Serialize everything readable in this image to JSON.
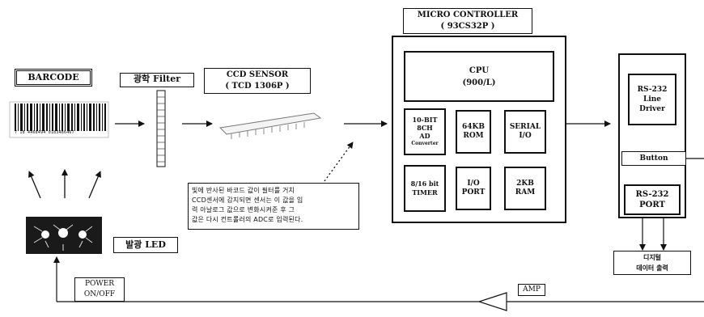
{
  "labels": {
    "barcode": "BARCODE",
    "optical_filter": "광학 Filter",
    "ccd_sensor_line1": "CCD SENSOR",
    "ccd_sensor_line2": "( TCD 1306P )",
    "mcu_line1": "MICRO CONTROLLER",
    "mcu_line2": "( 93CS32P )",
    "led": "발광 LED",
    "power_line1": "POWER",
    "power_line2": "ON/OFF",
    "amp": "AMP",
    "digital_out_line1": "디지털",
    "digital_out_line2": "데이터 출력"
  },
  "mcu_blocks": {
    "cpu_line1": "CPU",
    "cpu_line2": "(900/L)",
    "adc": [
      "10-BIT",
      "8CH",
      "AD",
      "Converter"
    ],
    "rom": [
      "64KB",
      "ROM"
    ],
    "serial": [
      "SERIAL",
      "I/O"
    ],
    "timer": [
      "8/16 bit",
      "TIMER"
    ],
    "io_port": [
      "I/O",
      "PORT"
    ],
    "ram": [
      "2KB",
      "RAM"
    ]
  },
  "rs232": {
    "driver": [
      "RS-232",
      "Line",
      "Driver"
    ],
    "button": "Button",
    "port_line1": "RS-232",
    "port_line2": "PORT"
  },
  "note": [
    "빛에 반사된 바코드 값이 필터를 거치",
    "CCD센서에 감지되면 센서는 이 값을 입",
    "력 아날로그 값으로 변화시켜준 후 그",
    "값은 다시 컨트롤러의 ADC로 입력된다."
  ],
  "barcode_digits": "7 18 4468494 0183486467"
}
